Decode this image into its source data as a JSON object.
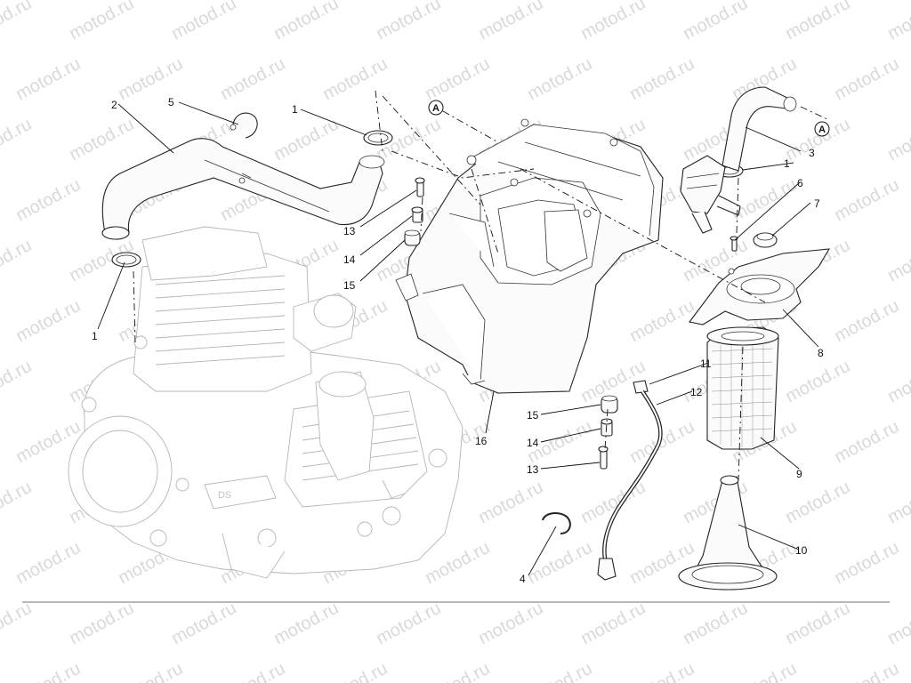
{
  "watermark": {
    "text": "motod.ru"
  },
  "reference_marks": [
    "A",
    "A"
  ],
  "callouts": {
    "n1_top": "1",
    "n1_left": "1",
    "n1_right": "1",
    "n2": "2",
    "n3": "3",
    "n4": "4",
    "n5": "5",
    "n6": "6",
    "n7": "7",
    "n8": "8",
    "n9": "9",
    "n10": "10",
    "n11": "11",
    "n12": "12",
    "n13_top": "13",
    "n13_bottom": "13",
    "n14_top": "14",
    "n14_bottom": "14",
    "n15_top": "15",
    "n15_bottom": "15",
    "n16": "16"
  },
  "engine_badge": "DS"
}
